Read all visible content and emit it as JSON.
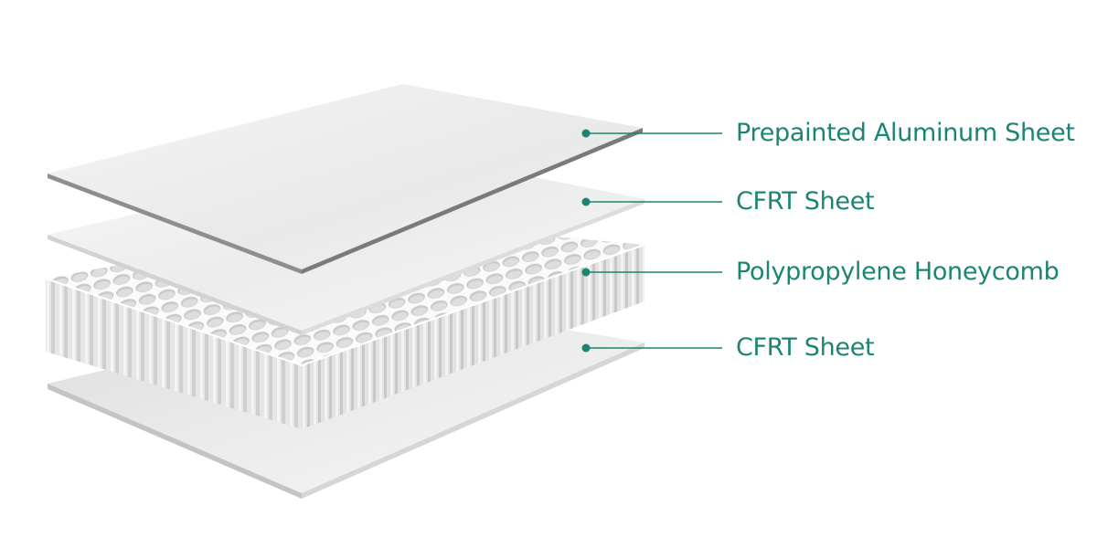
{
  "colors": {
    "accent": "#1b8573"
  },
  "layers": [
    {
      "label": "Prepainted Aluminum Sheet"
    },
    {
      "label": "CFRT Sheet"
    },
    {
      "label": "Polypropylene Honeycomb"
    },
    {
      "label": "CFRT Sheet"
    }
  ]
}
